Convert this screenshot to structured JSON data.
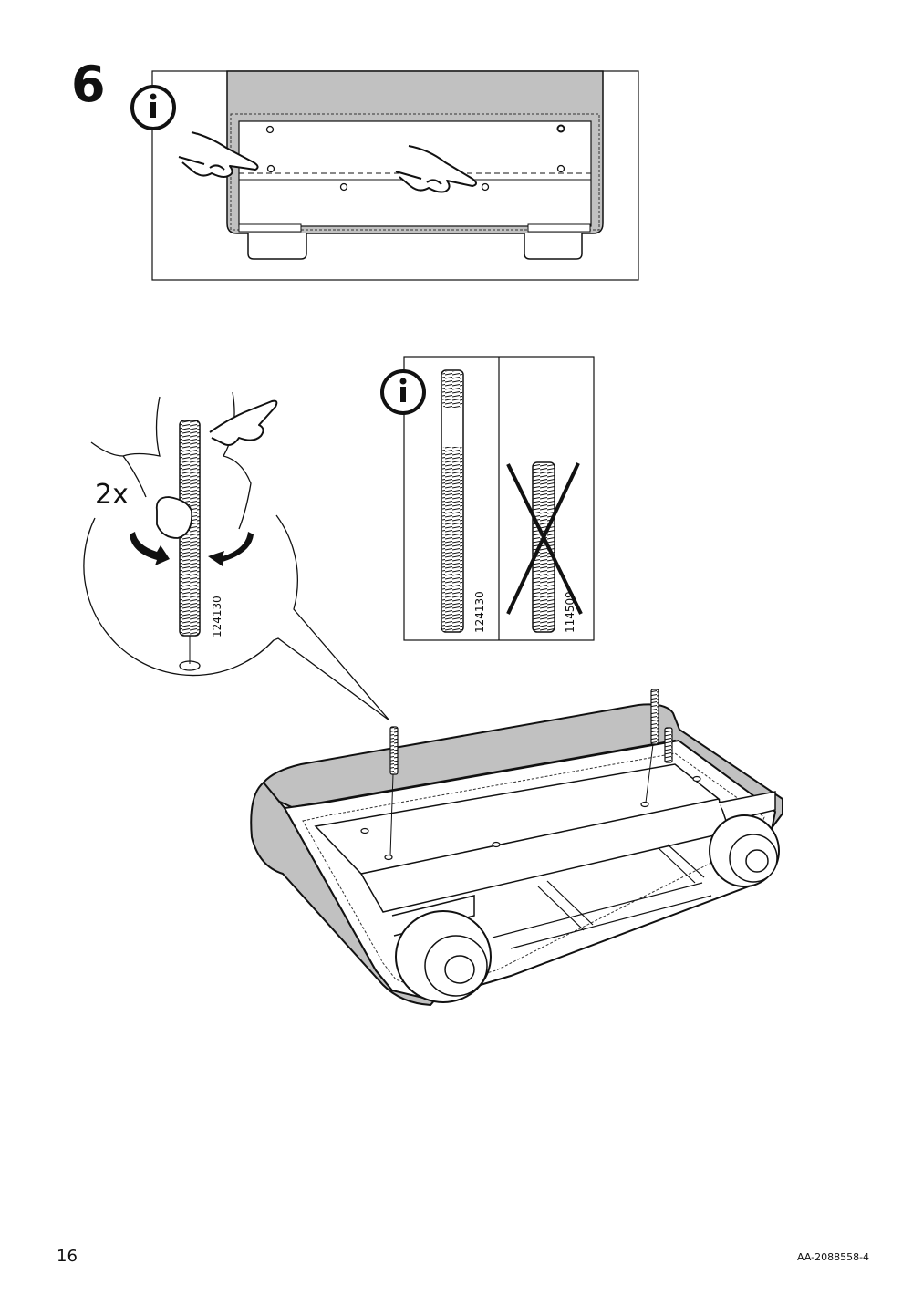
{
  "step": {
    "number": "6"
  },
  "info_icon": "info-circle-icon",
  "detail": {
    "quantity": "2x",
    "part_label": "124130"
  },
  "comparison": {
    "correct_label": "124130",
    "incorrect_label": "114509"
  },
  "footer": {
    "page_number": "16",
    "doc_code": "AA-2088558-4"
  }
}
